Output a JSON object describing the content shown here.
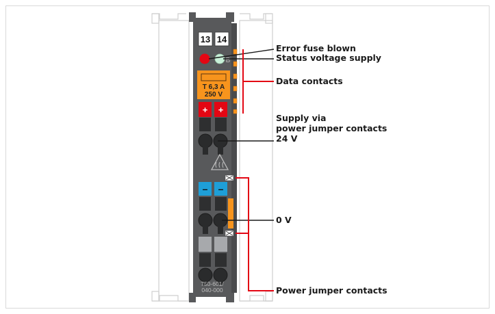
{
  "terminals": {
    "left": "13",
    "right": "14"
  },
  "led_letter": "B",
  "fuse": {
    "line1": "T 6,3 A",
    "line2": "250 V"
  },
  "model": {
    "line1": "750-601/",
    "line2": "040-000"
  },
  "labels": {
    "error_fuse": "Error fuse blown",
    "status_supply": "Status voltage supply",
    "data_contacts": "Data contacts",
    "supply_line1": "Supply via",
    "supply_line2": "power jumper contacts",
    "supply_line3": "24 V",
    "zero_v": "0 V",
    "power_jumper": "Power jumper contacts"
  },
  "colors": {
    "module": "#58595b",
    "accent_red": "#e30613",
    "fuse_orange": "#f7941d",
    "blue": "#1e9fd8"
  }
}
